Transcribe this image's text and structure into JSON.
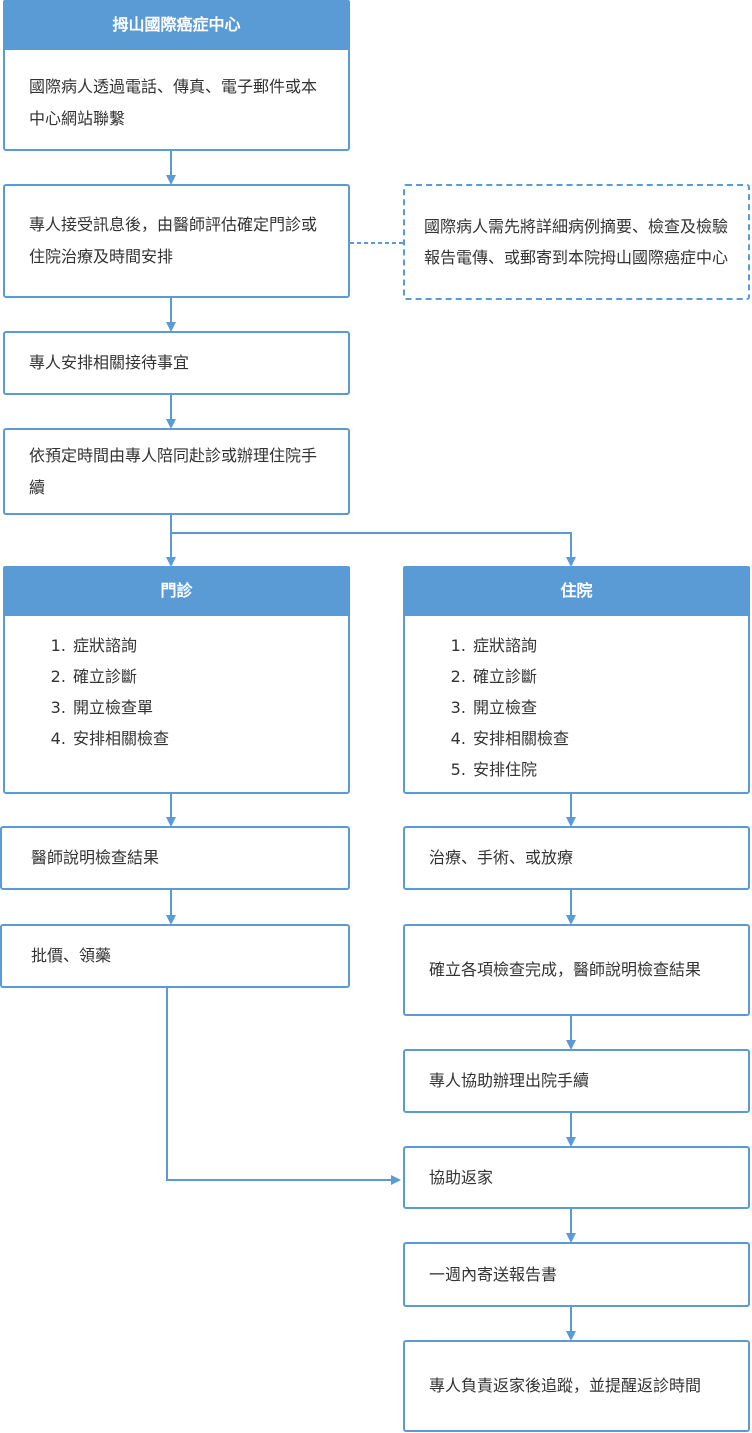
{
  "center": {
    "title": "拇山國際癌症中心",
    "contact": "國際病人透過電話、傳真、電子郵件或本中心網站聯繫"
  },
  "steps": {
    "evaluate": "專人接受訊息後，由醫師評估確定門診或住院治療及時間安排",
    "note": "國際病人需先將詳細病例摘要、檢查及檢驗報告電傳、或郵寄到本院拇山國際癌症中心",
    "reception": "專人安排相關接待事宜",
    "accompany": "依預定時間由專人陪同赴診或辦理住院手續"
  },
  "outpatient": {
    "title": "門診",
    "items": [
      "症狀諮詢",
      "確立診斷",
      "開立檢查單",
      "安排相關檢查"
    ],
    "explain": "醫師說明檢查結果",
    "pricing": "批價、領藥"
  },
  "inpatient": {
    "title": "住院",
    "items": [
      "症狀諮詢",
      "確立診斷",
      "開立檢查",
      "安排相關檢查",
      "安排住院"
    ],
    "treatment": "治療、手術、或放療",
    "confirm": "確立各項檢查完成，醫師說明檢查結果",
    "discharge": "專人協助辦理出院手續"
  },
  "final": {
    "go_home": "協助返家",
    "report": "一週內寄送報告書",
    "followup": "專人負責返家後追蹤，並提醒返診時間"
  },
  "colors": {
    "accent": "#5b9bd5",
    "text": "#333333"
  }
}
